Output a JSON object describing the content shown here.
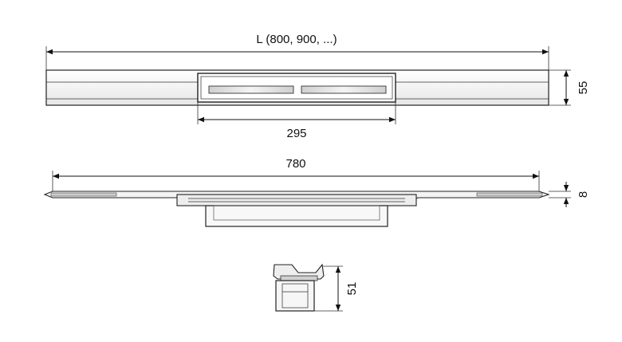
{
  "dimensions": {
    "length_label": "L (800, 900, ...)",
    "module_width": "295",
    "height_top": "55",
    "side_length": "780",
    "side_thickness": "8",
    "section_height": "51"
  },
  "colors": {
    "line": "#222222",
    "fill_light": "#f2f2f2",
    "fill_grate": "#d9d9d9",
    "background": "#ffffff"
  }
}
